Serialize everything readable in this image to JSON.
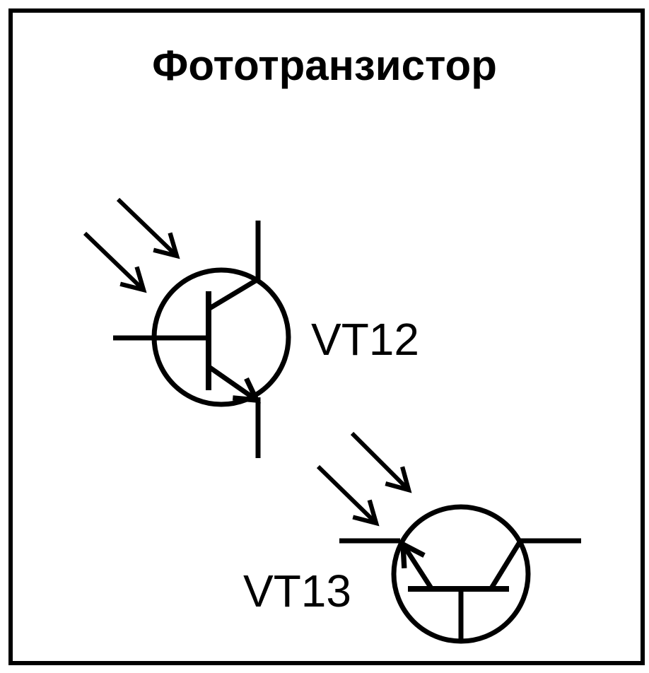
{
  "title": "Фототранзистор",
  "labels": {
    "vt12": "VT12",
    "vt13": "VT13"
  },
  "symbols": [
    {
      "name": "phototransistor-vt12",
      "icon": "npn-phototransistor-icon"
    },
    {
      "name": "phototransistor-vt13",
      "icon": "npn-phototransistor-icon"
    }
  ]
}
